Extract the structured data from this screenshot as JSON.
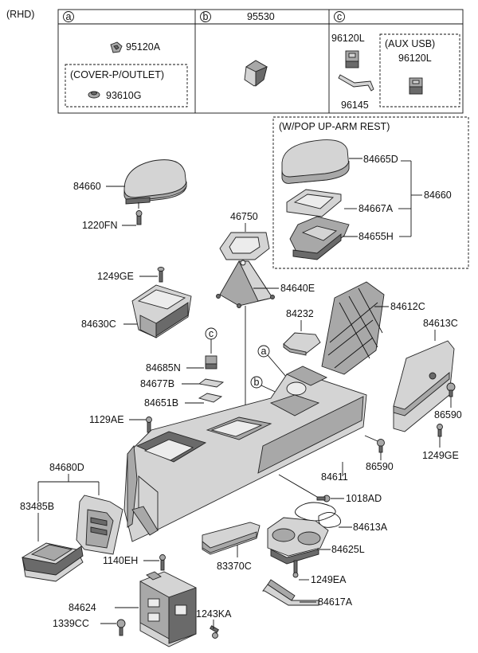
{
  "variant": "(RHD)",
  "table": {
    "col_a": {
      "letter": "a",
      "parts": [
        "95120A",
        "93610G"
      ],
      "group_label": "(COVER-P/OUTLET)"
    },
    "col_b": {
      "letter": "b",
      "part": "95530"
    },
    "col_c": {
      "letter": "c",
      "parts": [
        "96120L",
        "96145"
      ],
      "group_label": "(AUX  USB)",
      "group_part": "96120L"
    }
  },
  "option_box": {
    "title": "(W/POP UP-ARM REST)",
    "parts": [
      "84665D",
      "84667A",
      "84655H"
    ],
    "assembly": "84660"
  },
  "callouts": {
    "a": "a",
    "b": "b",
    "c": "c"
  },
  "labels": {
    "p84660": "84660",
    "p1220FN": "1220FN",
    "p46750": "46750",
    "p84640E": "84640E",
    "p1249GE_top": "1249GE",
    "p84630C": "84630C",
    "p84232": "84232",
    "p84612C": "84612C",
    "p84613C": "84613C",
    "p84685N": "84685N",
    "p84677B": "84677B",
    "p84651B": "84651B",
    "p1129AE": "1129AE",
    "p86590_right": "86590",
    "p1249GE_right": "1249GE",
    "p86590_mid": "86590",
    "p84611": "84611",
    "p84680D": "84680D",
    "p83485B": "83485B",
    "p1018AD": "1018AD",
    "p84613A": "84613A",
    "p84625L": "84625L",
    "p1140EH": "1140EH",
    "p83370C": "83370C",
    "p1249EA": "1249EA",
    "p84624": "84624",
    "p84617A": "84617A",
    "p1243KA": "1243KA",
    "p1339CC": "1339CC"
  }
}
